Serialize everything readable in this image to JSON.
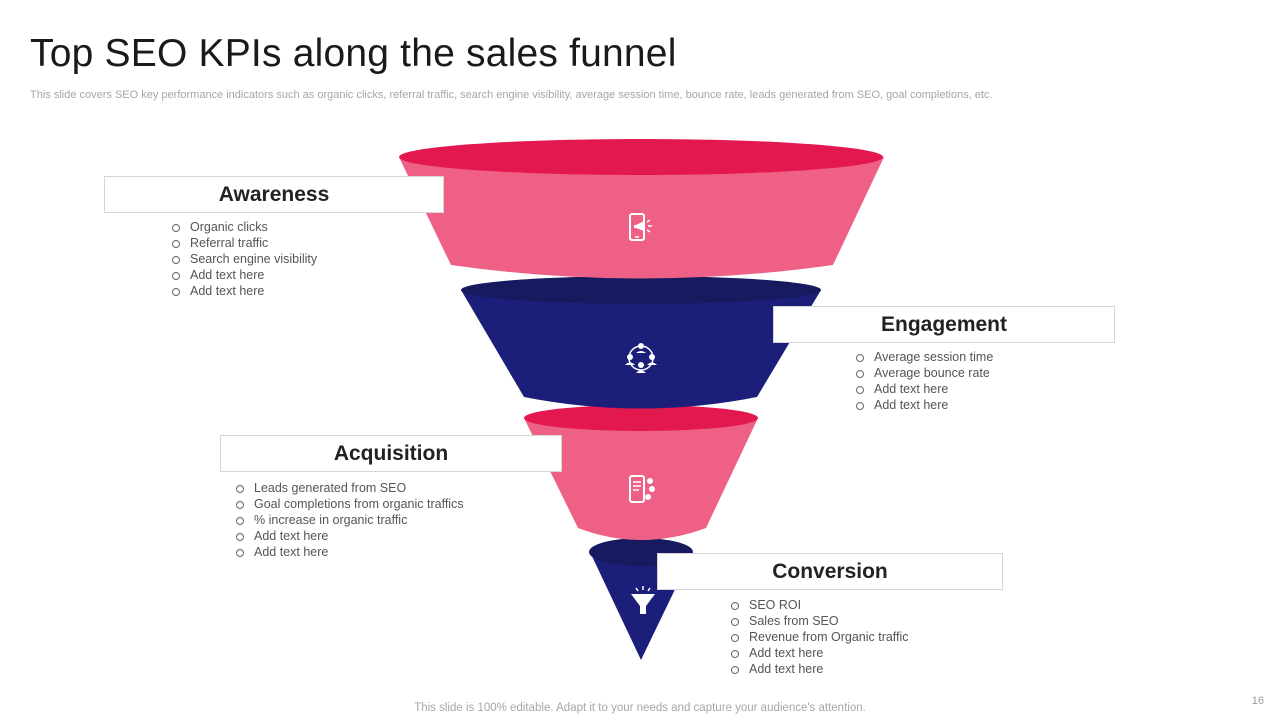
{
  "slide": {
    "title": "Top SEO KPIs along the sales funnel",
    "subtitle": "This slide covers SEO key performance indicators such as organic clicks, referral traffic, search engine visibility, average session time, bounce rate, leads generated from SEO, goal completions, etc.",
    "footer": "This slide is 100% editable. Adapt it to your needs and capture your audience's attention.",
    "page_number": "16"
  },
  "colors": {
    "pink_body": "#ee6085",
    "pink_rim": "#e2184e",
    "navy_body": "#1c1f7a",
    "navy_rim": "#171a5e"
  },
  "stages": [
    {
      "title": "Awareness",
      "icon": "mobile-megaphone-icon",
      "items": [
        "Organic clicks",
        "Referral  traffic",
        "Search engine visibility",
        "Add text here",
        "Add text here"
      ]
    },
    {
      "title": "Engagement",
      "icon": "people-network-icon",
      "items": [
        "Average  session time",
        "Average  bounce rate",
        "Add text here",
        "Add text here"
      ]
    },
    {
      "title": "Acquisition",
      "icon": "mobile-forms-icon",
      "items": [
        "Leads  generated  from SEO",
        "Goal completions from organic traffics",
        "% increase  in organic traffic",
        "Add text here",
        "Add text here"
      ]
    },
    {
      "title": "Conversion",
      "icon": "funnel-icon",
      "items": [
        "SEO ROI",
        "Sales from SEO",
        "Revenue  from Organic traffic",
        "Add text here",
        "Add text here"
      ]
    }
  ]
}
